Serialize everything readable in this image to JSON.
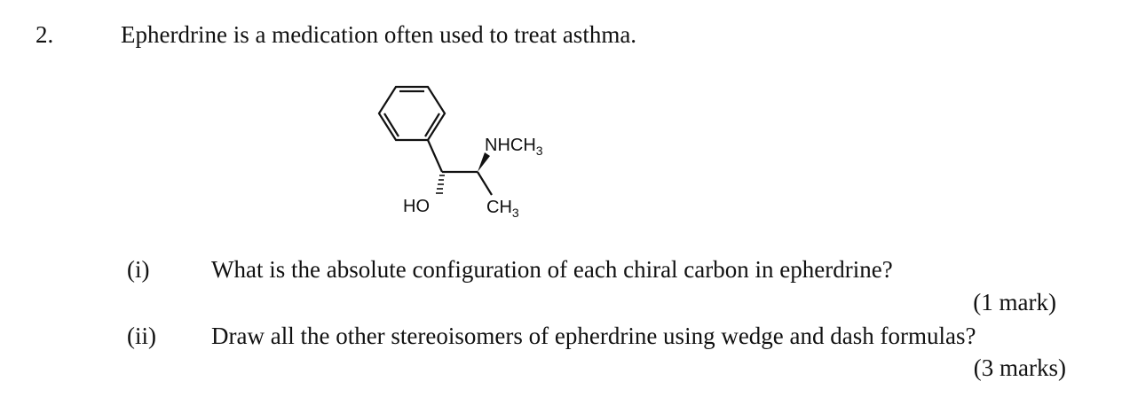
{
  "question": {
    "number": "2.",
    "stem": "Epherdrine is a medication often used to treat asthma."
  },
  "structure": {
    "labels": {
      "amine_main": "NHCH",
      "amine_sub": "3",
      "methyl_main": "CH",
      "methyl_sub": "3",
      "hydroxyl": "HO"
    }
  },
  "parts": [
    {
      "label": "(i)",
      "text": "What is the absolute configuration of each chiral carbon in epherdrine?",
      "marks": "(1 mark)"
    },
    {
      "label": "(ii)",
      "text": "Draw all the other stereoisomers of epherdrine using wedge and dash formulas?",
      "marks": "(3 marks)"
    }
  ]
}
